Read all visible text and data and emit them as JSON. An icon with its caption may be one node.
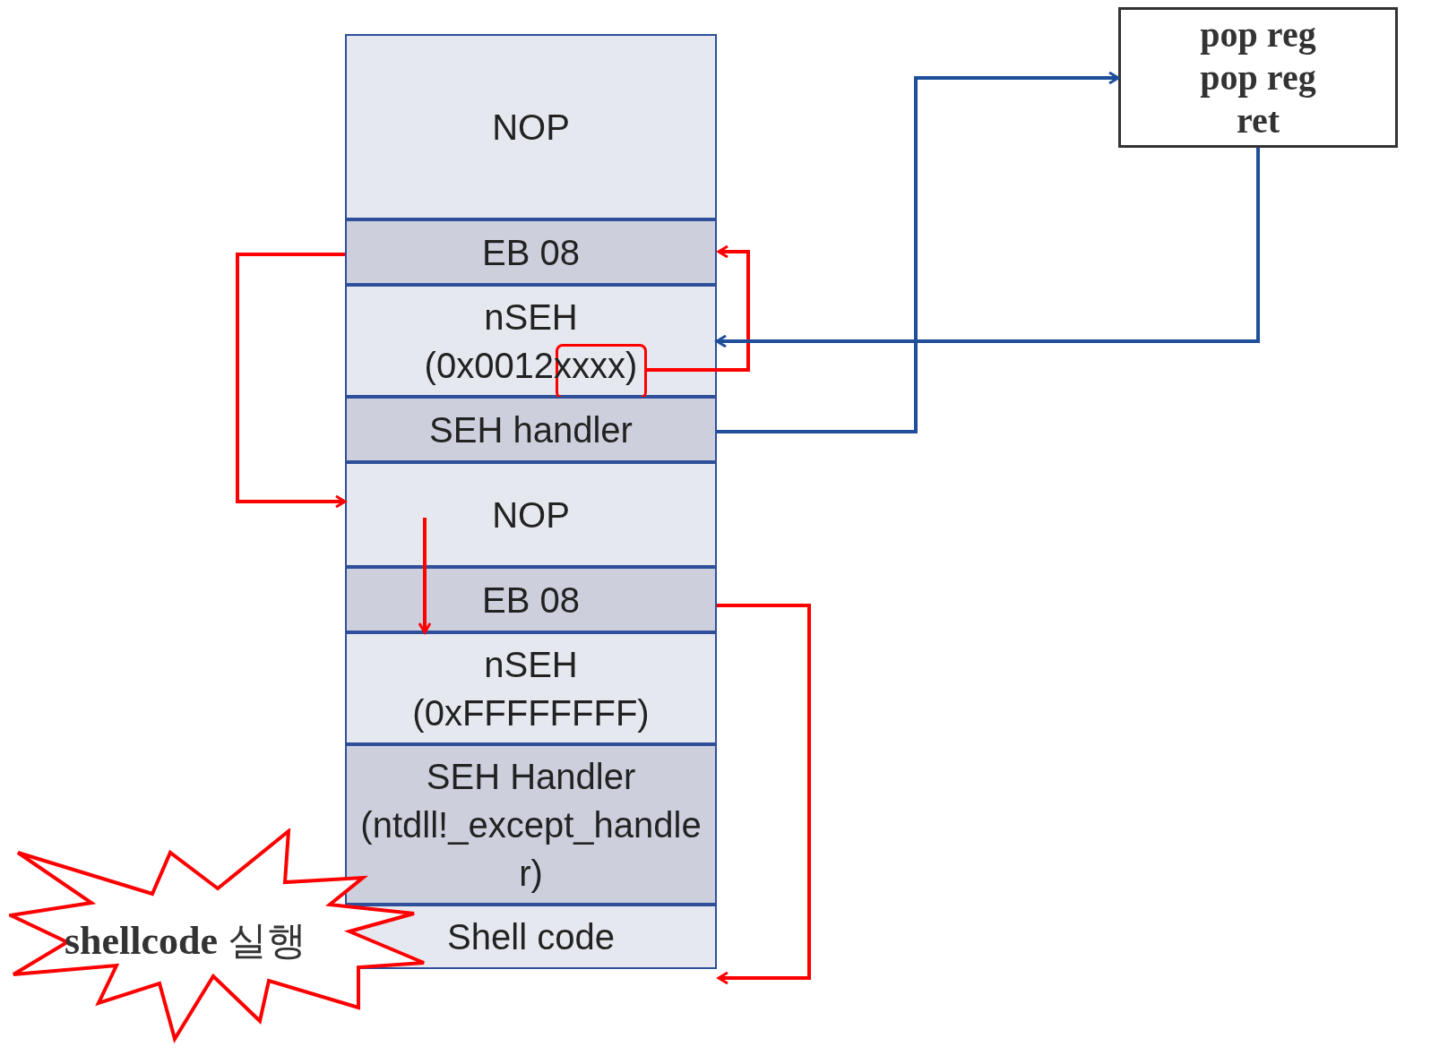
{
  "diagram": {
    "nodes": [
      {
        "text": [
          "NOP"
        ]
      },
      {
        "text": [
          "EB 08"
        ]
      },
      {
        "text": [
          "nSEH",
          "(0x0012xxxx)"
        ]
      },
      {
        "text": [
          "SEH handler"
        ]
      },
      {
        "text": [
          "NOP"
        ]
      },
      {
        "text": [
          "EB 08"
        ]
      },
      {
        "text": [
          "nSEH",
          "(0xFFFFFFFF)"
        ]
      },
      {
        "text": [
          "SEH Handler",
          "(ntdll!_except_handler)"
        ]
      },
      {
        "text": [
          "Shell code"
        ]
      },
      {
        "text": [
          "pop reg",
          "pop reg",
          "ret"
        ]
      },
      {
        "text": [
          "**shellcode** 실행"
        ]
      },
      {
        "text": [],
        "shape": "box",
        "in": 2
      }
    ],
    "edges": [
      {
        "from": 11,
        "to": 1,
        "arrow": "to"
      },
      {
        "from": 1,
        "to": 4,
        "arrow": "to"
      },
      {
        "from": 4,
        "to": 5,
        "arrow": "to"
      },
      {
        "from": 5,
        "to": 8,
        "arrow": "to"
      },
      {
        "from": 3,
        "to": 9,
        "arrow": "to",
        "color": "#1f4e9a"
      },
      {
        "from": 9,
        "to": 2,
        "arrow": "to",
        "color": "#1f4e9a"
      }
    ]
  }
}
